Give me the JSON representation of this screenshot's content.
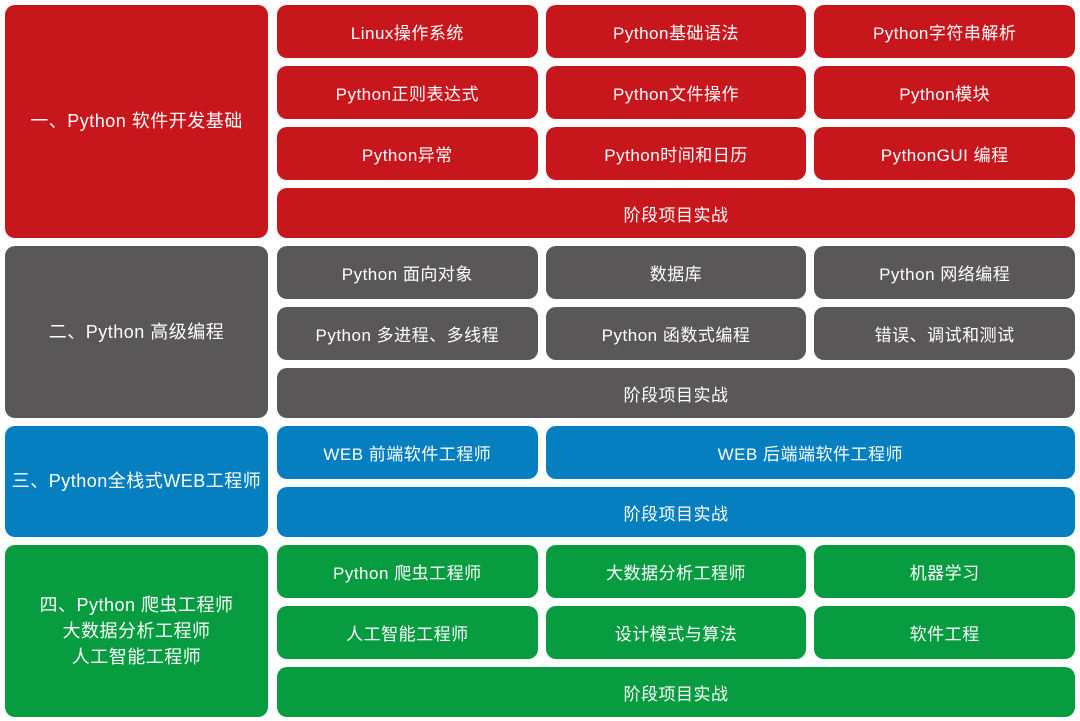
{
  "page": {
    "background": "#ffffff",
    "text_color": "#ffffff"
  },
  "sections": [
    {
      "id": "stage-1",
      "color": "#c8161d",
      "title_lines": [
        "一、Python 软件开发基础"
      ],
      "rows": [
        {
          "cells": [
            "Linux操作系统",
            "Python基础语法",
            "Python字符串解析"
          ]
        },
        {
          "cells": [
            "Python正则表达式",
            "Python文件操作",
            "Python模块"
          ]
        },
        {
          "cells": [
            "Python异常",
            "Python时间和日历",
            "PythonGUI 编程"
          ]
        }
      ],
      "footer": "阶段项目实战"
    },
    {
      "id": "stage-2",
      "color": "#595757",
      "title_lines": [
        "二、Python 高级编程"
      ],
      "rows": [
        {
          "cells": [
            "Python 面向对象",
            "数据库",
            "Python 网络编程"
          ]
        },
        {
          "cells": [
            "Python 多进程、多线程",
            "Python 函数式编程",
            "错误、调试和测试"
          ]
        }
      ],
      "footer": "阶段项目实战"
    },
    {
      "id": "stage-3",
      "color": "#067fc0",
      "title_lines": [
        "三、Python全栈式WEB工程师"
      ],
      "rows": [
        {
          "cells": [
            "WEB 前端软件工程师",
            "WEB 后端端软件工程师"
          ]
        }
      ],
      "footer": "阶段项目实战"
    },
    {
      "id": "stage-4",
      "color": "#069c3f",
      "title_lines": [
        "四、Python 爬虫工程师",
        "大数据分析工程师",
        "人工智能工程师"
      ],
      "rows": [
        {
          "cells": [
            "Python 爬虫工程师",
            "大数据分析工程师",
            "机器学习"
          ]
        },
        {
          "cells": [
            "人工智能工程师",
            "设计模式与算法",
            "软件工程"
          ]
        }
      ],
      "footer": "阶段项目实战"
    }
  ]
}
